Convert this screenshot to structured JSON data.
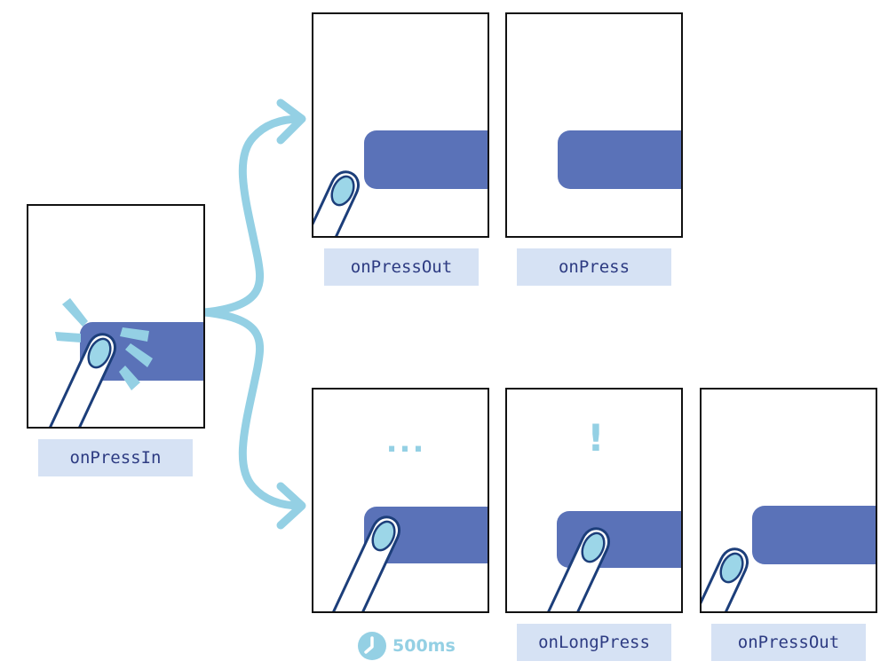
{
  "colors": {
    "button": "#5a72b8",
    "finger_fill": "#ffffff",
    "finger_stroke": "#1c3e7a",
    "nail": "#9cd6e8",
    "accent": "#94d0e4",
    "label_bg": "#d6e2f4",
    "label_text": "#2d3b82"
  },
  "panels": [
    {
      "id": "press-in",
      "label": "onPressIn"
    },
    {
      "id": "press-out-top",
      "label": "onPressOut"
    },
    {
      "id": "press",
      "label": "onPress"
    },
    {
      "id": "waiting",
      "mark": "...",
      "timer": "500ms"
    },
    {
      "id": "long-press",
      "mark": "!",
      "label": "onLongPress"
    },
    {
      "id": "press-out-bottom",
      "label": "onPressOut"
    }
  ],
  "icons": {
    "timer": "stopwatch-icon",
    "finger": "finger-icon",
    "tap_burst": "tap-burst-icon",
    "flow_arrow": "arrow-icon"
  }
}
